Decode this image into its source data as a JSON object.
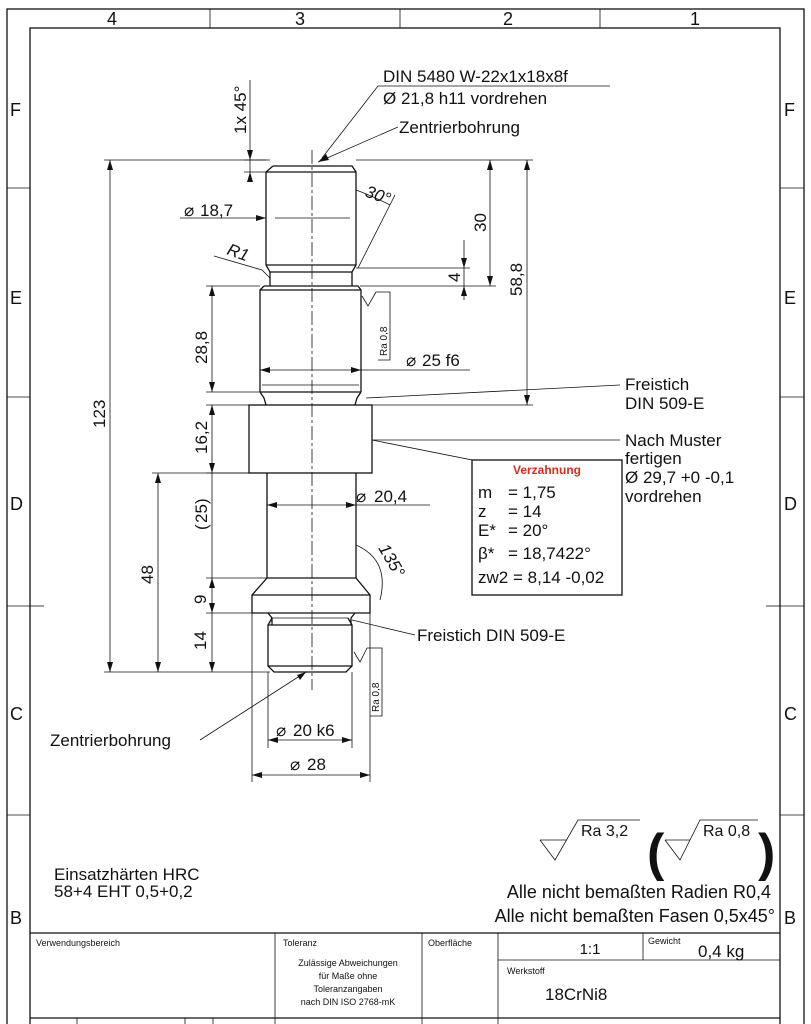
{
  "zones": {
    "top": [
      "4",
      "3",
      "2",
      "1"
    ],
    "left": [
      "F",
      "E",
      "D",
      "C",
      "B"
    ],
    "right": [
      "F",
      "E",
      "D",
      "C",
      "B"
    ]
  },
  "callouts": {
    "spline_spec": "DIN 5480 W-22x1x18x8f",
    "pre_turn_21": "Ø 21,8 h11 vordrehen",
    "center_hole_top": "Zentrierbohrung",
    "center_hole_bottom": "Zentrierbohrung",
    "undercut_1_line1": "Freistich",
    "undercut_1_line2": "DIN 509-E",
    "sample_line1": "Nach Muster",
    "sample_line2": "fertigen",
    "sample_line3": "Ø 29,7 +0 -0,1",
    "sample_line4": "vordrehen",
    "undercut_2": "Freistich DIN 509-E"
  },
  "dimensions": {
    "chamfer_1x45": "1x 45°",
    "angle_30": "30°",
    "dia_18_7": "18,7",
    "radius_r1": "R1",
    "len_30": "30",
    "len_4": "4",
    "len_58_8": "58,8",
    "len_28_8": "28,8",
    "dia_25_f6": "25 f6",
    "len_123": "123",
    "len_16_2": "16,2",
    "dia_20_4": "20,4",
    "len_25_ref": "25",
    "len_48": "48",
    "angle_135": "135°",
    "len_9": "9",
    "len_14": "14",
    "dia_20_k6": "20 k6",
    "dia_28": "28",
    "rough_1": "Ra 0,8",
    "rough_2": "Ra 0,8"
  },
  "gear_table": {
    "title": "Verzahnung",
    "rows": [
      {
        "sym": "m",
        "val": "= 1,75"
      },
      {
        "sym": "z",
        "val": "= 14"
      },
      {
        "sym": "E*",
        "val": "= 20°"
      },
      {
        "sym": "β*",
        "val": "= 18,7422°"
      },
      {
        "sym": "zw2",
        "val": "= 8,14 -0,02"
      }
    ],
    "title_color": "#e0281e"
  },
  "surface": {
    "general": "Ra 3,2",
    "exception": "Ra 0,8",
    "radii_note": "Alle nicht bemaßten Radien R0,4",
    "chamfer_note": "Alle nicht bemaßten Fasen 0,5x45°"
  },
  "hardening": {
    "line1": "Einsatzhärten HRC",
    "line2": "58+4 EHT 0,5+0,2"
  },
  "title_block": {
    "usage_label": "Verwendungsbereich",
    "tolerance_label": "Toleranz",
    "tolerance_text": [
      "Zulässige Abweichungen",
      "für Maße ohne",
      "Toleranzangaben",
      "nach DIN ISO 2768-mK"
    ],
    "surface_label": "Oberfläche",
    "scale": "1:1",
    "weight_label": "Gewicht",
    "weight": "0,4 kg",
    "material_label": "Werkstoff",
    "material": "18CrNi8"
  }
}
